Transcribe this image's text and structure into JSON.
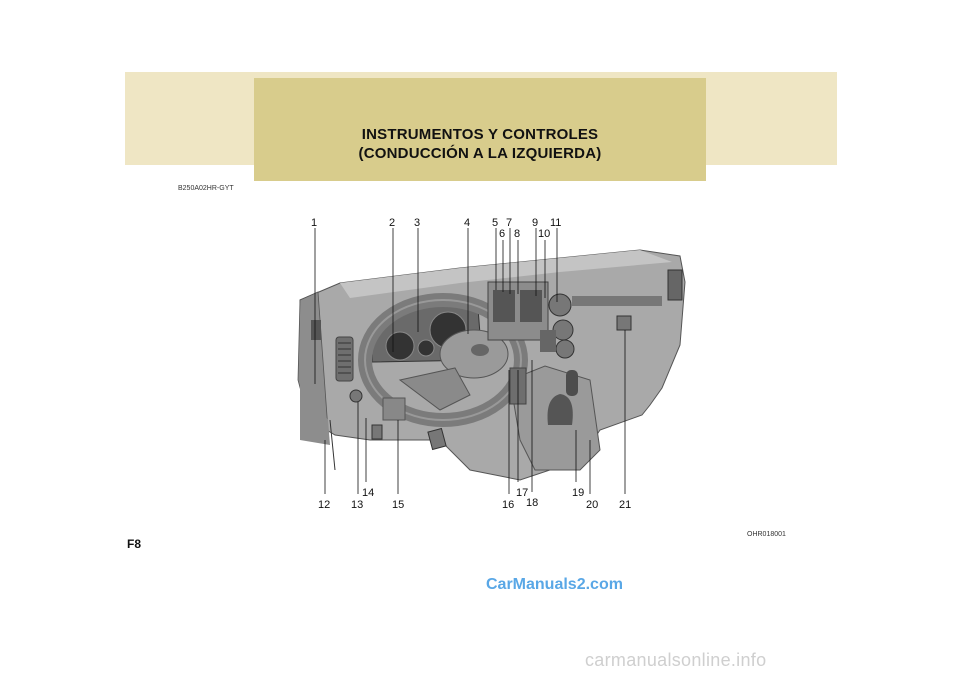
{
  "header": {
    "title_line1": "INSTRUMENTOS Y CONTROLES",
    "title_line2": "(CONDUCCIÓN A LA IZQUIERDA)"
  },
  "section_code": "B250A02HR-GYT",
  "figure_code": "OHR018001",
  "page_number": "F8",
  "callouts": [
    "1",
    "2",
    "3",
    "4",
    "5",
    "6",
    "7",
    "8",
    "9",
    "10",
    "11",
    "12",
    "13",
    "14",
    "15",
    "16",
    "17",
    "18",
    "19",
    "20",
    "21"
  ],
  "watermarks": {
    "site1": "CarManuals2.com",
    "site2": "carmanualsonline.info"
  }
}
